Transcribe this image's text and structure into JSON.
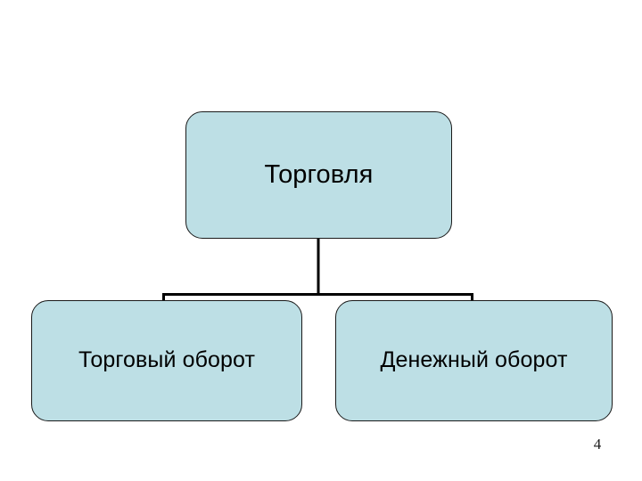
{
  "slide": {
    "background_color": "#ffffff",
    "page_number": "4"
  },
  "diagram": {
    "type": "hierarchy-tree",
    "node_fill_color": "#bddfe5",
    "node_border_color": "#1a1a1a",
    "connector_color": "#000000",
    "root": {
      "id": "root",
      "label": "Торговля"
    },
    "children": [
      {
        "id": "trade-turnover",
        "label": "Торговый оборот"
      },
      {
        "id": "money-turnover",
        "label": "Денежный оборот"
      }
    ]
  }
}
